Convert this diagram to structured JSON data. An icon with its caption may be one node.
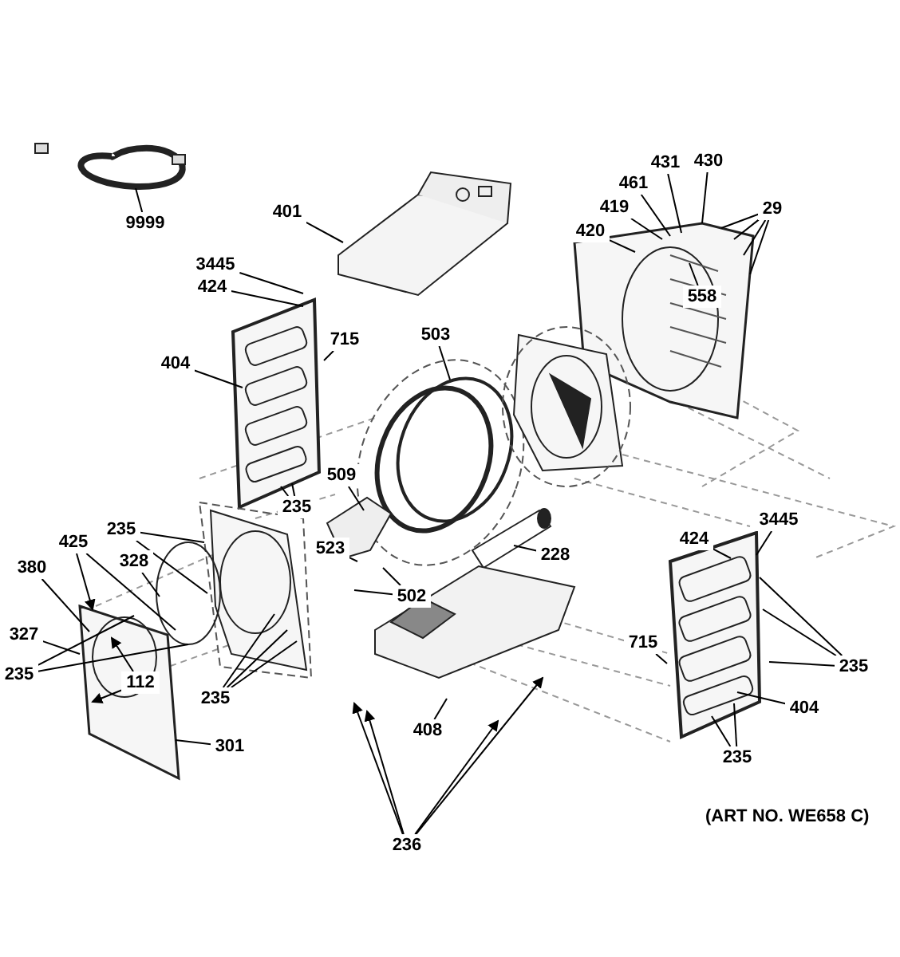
{
  "diagram": {
    "nodes": [
      {
        "text": [
          "9999"
        ]
      },
      {
        "text": [
          "401"
        ]
      },
      {
        "text": [
          "3445"
        ]
      },
      {
        "text": [
          "424"
        ]
      },
      {
        "text": [
          "715"
        ]
      },
      {
        "text": [
          "404"
        ]
      },
      {
        "text": [
          "503"
        ]
      },
      {
        "text": [
          "431"
        ]
      },
      {
        "text": [
          "430"
        ]
      },
      {
        "text": [
          "461"
        ]
      },
      {
        "text": [
          "29"
        ]
      },
      {
        "text": [
          "419"
        ]
      },
      {
        "text": [
          "420"
        ]
      },
      {
        "text": [
          "558"
        ]
      },
      {
        "text": [
          "235"
        ]
      },
      {
        "text": [
          "509"
        ]
      },
      {
        "text": [
          "228"
        ]
      },
      {
        "text": [
          "424"
        ]
      },
      {
        "text": [
          "3445"
        ]
      },
      {
        "text": [
          "235"
        ]
      },
      {
        "text": [
          "425"
        ]
      },
      {
        "text": [
          "328"
        ]
      },
      {
        "text": [
          "523"
        ]
      },
      {
        "text": [
          "502"
        ]
      },
      {
        "text": [
          "380"
        ]
      },
      {
        "text": [
          "327"
        ]
      },
      {
        "text": [
          "235"
        ]
      },
      {
        "text": [
          "112"
        ]
      },
      {
        "text": [
          "235"
        ]
      },
      {
        "text": [
          "715"
        ]
      },
      {
        "text": [
          "235"
        ]
      },
      {
        "text": [
          "404"
        ]
      },
      {
        "text": [
          "301"
        ]
      },
      {
        "text": [
          "408"
        ]
      },
      {
        "text": [
          "236"
        ]
      },
      {
        "text": [
          "235"
        ]
      }
    ],
    "edges": [
      {
        "from": 0,
        "to": null,
        "arrow": "none"
      },
      {
        "from": 1,
        "to": null,
        "arrow": "none"
      },
      {
        "from": 2,
        "to": null,
        "arrow": "none"
      },
      {
        "from": 3,
        "to": null,
        "arrow": "none"
      },
      {
        "from": 4,
        "to": null,
        "arrow": "none"
      },
      {
        "from": 5,
        "to": null,
        "arrow": "none"
      },
      {
        "from": 6,
        "to": null,
        "arrow": "none"
      },
      {
        "from": 7,
        "to": null,
        "arrow": "none"
      },
      {
        "from": 8,
        "to": null,
        "arrow": "none"
      },
      {
        "from": 9,
        "to": null,
        "arrow": "none"
      },
      {
        "from": 10,
        "to": null,
        "arrow": "none"
      },
      {
        "from": 10,
        "to": null,
        "arrow": "none"
      },
      {
        "from": 10,
        "to": null,
        "arrow": "none"
      },
      {
        "from": 10,
        "to": null,
        "arrow": "none"
      },
      {
        "from": 11,
        "to": null,
        "arrow": "none"
      },
      {
        "from": 12,
        "to": null,
        "arrow": "none"
      },
      {
        "from": 13,
        "to": null,
        "arrow": "none"
      },
      {
        "from": 14,
        "to": null,
        "arrow": "none"
      },
      {
        "from": 14,
        "to": null,
        "arrow": "none"
      },
      {
        "from": 15,
        "to": null,
        "arrow": "none"
      },
      {
        "from": 16,
        "to": null,
        "arrow": "none"
      },
      {
        "from": 17,
        "to": null,
        "arrow": "none"
      },
      {
        "from": 18,
        "to": null,
        "arrow": "none"
      },
      {
        "from": 19,
        "to": null,
        "arrow": "none"
      },
      {
        "from": 19,
        "to": null,
        "arrow": "none"
      },
      {
        "from": 20,
        "to": null,
        "arrow": "to"
      },
      {
        "from": 20,
        "to": null,
        "arrow": "none"
      },
      {
        "from": 21,
        "to": null,
        "arrow": "none"
      },
      {
        "from": 22,
        "to": null,
        "arrow": "none"
      },
      {
        "from": 23,
        "to": null,
        "arrow": "none"
      },
      {
        "from": 23,
        "to": null,
        "arrow": "none"
      },
      {
        "from": 24,
        "to": null,
        "arrow": "none"
      },
      {
        "from": 25,
        "to": null,
        "arrow": "none"
      },
      {
        "from": 26,
        "to": null,
        "arrow": "none"
      },
      {
        "from": 26,
        "to": null,
        "arrow": "none"
      },
      {
        "from": 27,
        "to": null,
        "arrow": "to"
      },
      {
        "from": 27,
        "to": null,
        "arrow": "to"
      },
      {
        "from": 28,
        "to": null,
        "arrow": "none"
      },
      {
        "from": 28,
        "to": null,
        "arrow": "none"
      },
      {
        "from": 28,
        "to": null,
        "arrow": "none"
      },
      {
        "from": 29,
        "to": null,
        "arrow": "none"
      },
      {
        "from": 30,
        "to": null,
        "arrow": "none"
      },
      {
        "from": 30,
        "to": null,
        "arrow": "none"
      },
      {
        "from": 30,
        "to": null,
        "arrow": "none"
      },
      {
        "from": 31,
        "to": null,
        "arrow": "none"
      },
      {
        "from": 32,
        "to": null,
        "arrow": "none"
      },
      {
        "from": 33,
        "to": null,
        "arrow": "none"
      },
      {
        "from": 34,
        "to": null,
        "arrow": "to"
      },
      {
        "from": 34,
        "to": null,
        "arrow": "to"
      },
      {
        "from": 34,
        "to": null,
        "arrow": "to"
      },
      {
        "from": 34,
        "to": null,
        "arrow": "to"
      },
      {
        "from": 35,
        "to": null,
        "arrow": "none"
      },
      {
        "from": 35,
        "to": null,
        "arrow": "none"
      }
    ],
    "labels": [
      "(ART NO. WE658 C)"
    ]
  }
}
